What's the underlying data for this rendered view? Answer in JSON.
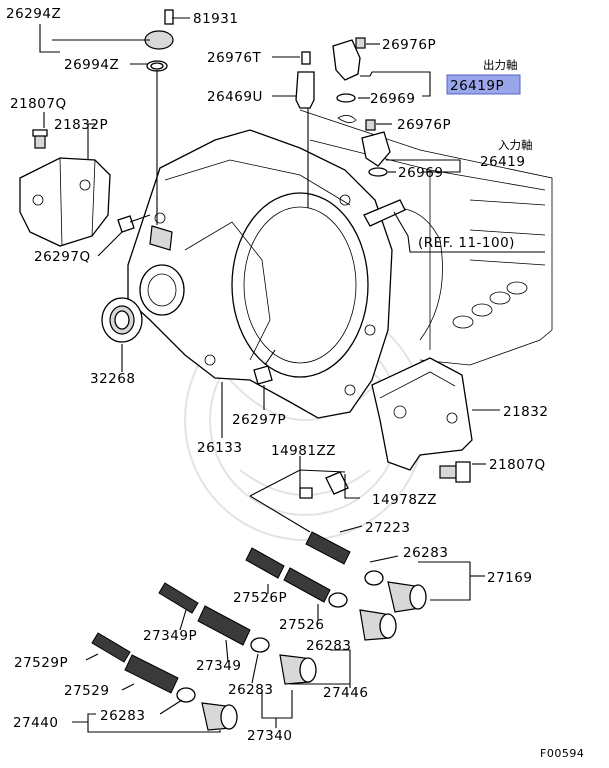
{
  "jp_output_shaft": "出力軸",
  "jp_input_shaft": "入力軸",
  "ref": "(REF. 11-100)",
  "figure_code": "F00594",
  "highlight_color": "#9aa6ea",
  "labels": {
    "p26294Z": "26294Z",
    "p81931": "81931",
    "p26994Z": "26994Z",
    "p26976T": "26976T",
    "p26976P_top": "26976P",
    "p26419P": "26419P",
    "p26469U": "26469U",
    "p26969_top": "26969",
    "p21807Q_left": "21807Q",
    "p21832P": "21832P",
    "p26976P_mid": "26976P",
    "p26419": "26419",
    "p26969_mid": "26969",
    "p26297Q": "26297Q",
    "p32268": "32268",
    "p26297P": "26297P",
    "p26133": "26133",
    "p21832": "21832",
    "p14981ZZ": "14981ZZ",
    "p21807Q_right": "21807Q",
    "p14978ZZ": "14978ZZ",
    "p27223": "27223",
    "p26283_a": "26283",
    "p27169": "27169",
    "p27526P": "27526P",
    "p27526": "27526",
    "p27349P": "27349P",
    "p26283_b": "26283",
    "p27349": "27349",
    "p27529P": "27529P",
    "p27529": "27529",
    "p26283_c": "26283",
    "p27446": "27446",
    "p26283_d": "26283",
    "p27440": "27440",
    "p27340": "27340"
  }
}
